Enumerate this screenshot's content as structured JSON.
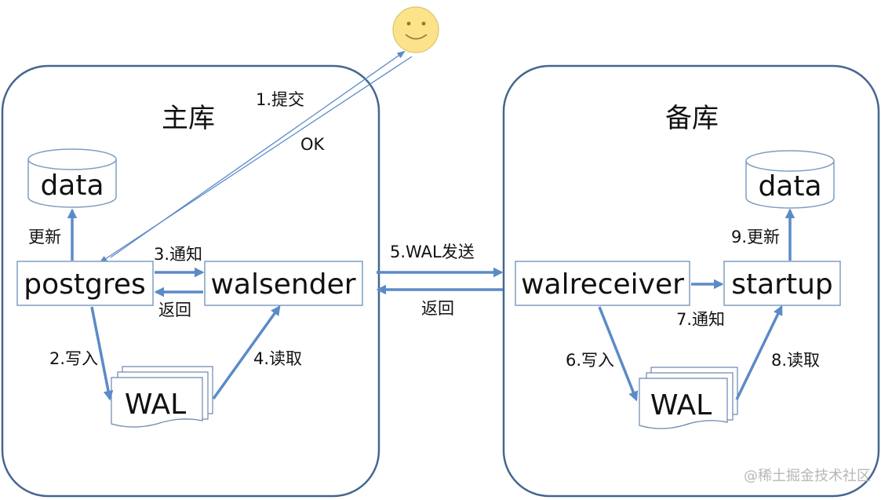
{
  "panels": {
    "primary_title": "主库",
    "standby_title": "备库"
  },
  "nodes": {
    "primary_data": "data",
    "postgres": "postgres",
    "walsender": "walsender",
    "primary_wal": "WAL",
    "walreceiver": "walreceiver",
    "startup": "startup",
    "standby_wal": "WAL",
    "standby_data": "data"
  },
  "edges": {
    "commit": "1.提交",
    "ok": "OK",
    "update": "更新",
    "notify_3": "3.通知",
    "return_1": "返回",
    "write_2": "2.写入",
    "read_4": "4.读取",
    "wal_send_5": "5.WAL发送",
    "return_2": "返回",
    "write_6": "6.写入",
    "notify_7": "7.通知",
    "read_8": "8.读取",
    "update_9": "9.更新"
  },
  "user_icon": "smiley-face-icon",
  "watermark": "@稀土掘金技术社区",
  "colors": {
    "arrow": "#5b8bc7",
    "panel_border": "#44678f",
    "box_border": "#7f9dc2",
    "smiley_fill": "#fce38a"
  }
}
